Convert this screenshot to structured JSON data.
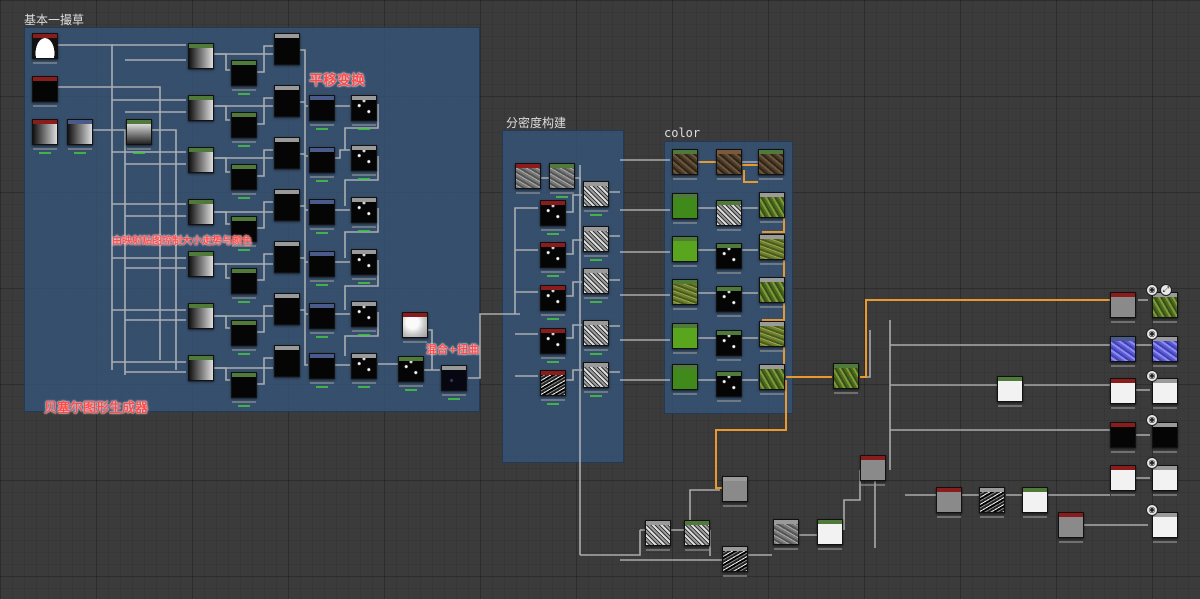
{
  "frames": {
    "basic": {
      "title": "基本一撮草"
    },
    "resolution": {
      "title": "分密度构建"
    },
    "color": {
      "title": "color"
    }
  },
  "comments": {
    "translate": "平移变换",
    "random_size": "由映射贴图控制大小走势与颜色",
    "blend_warp": "混合+扭曲",
    "bezier": "贝塞尔图形生成器"
  },
  "colors": {
    "frame_fill": "#34547a",
    "canvas": "#3b3b3b",
    "wire_default": "#bfbfbf",
    "wire_highlight": "#e89a2e",
    "comment_text": "#ff4a4a",
    "header_red": "#8a1c1c",
    "header_green": "#4f7a3a",
    "header_blue": "#4a5a8a",
    "header_grey": "#9a9a9a"
  },
  "icons": [
    "preview-icon",
    "maximize-icon"
  ]
}
